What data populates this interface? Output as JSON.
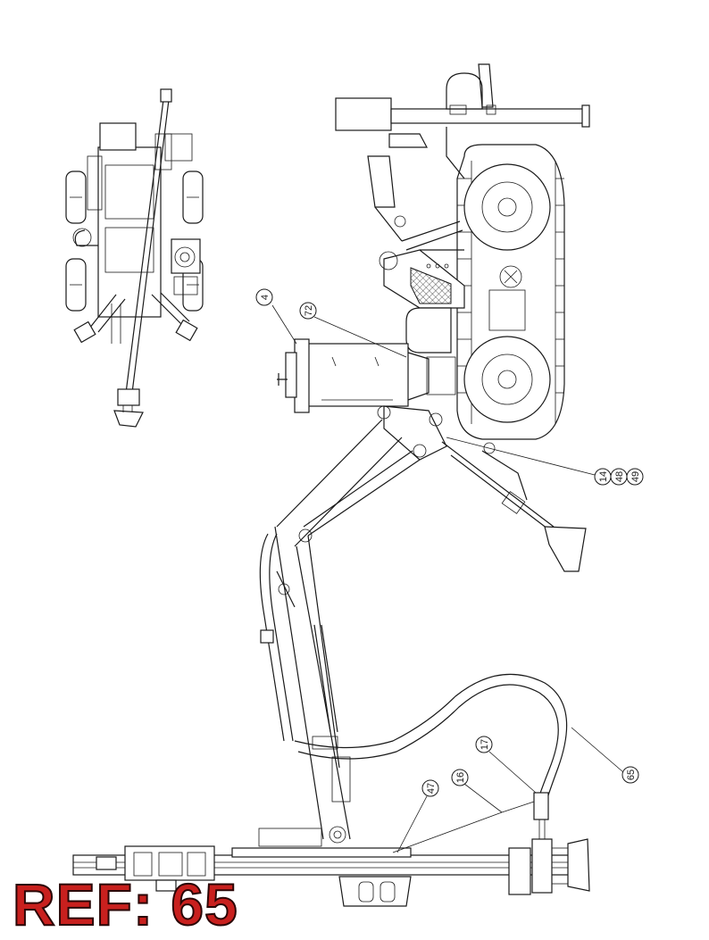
{
  "reference": "REF: 65",
  "callouts": [
    {
      "id": "c-4",
      "label": "4"
    },
    {
      "id": "c-72",
      "label": "72"
    },
    {
      "id": "c-14",
      "label": "14"
    },
    {
      "id": "c-48",
      "label": "48"
    },
    {
      "id": "c-49",
      "label": "49"
    },
    {
      "id": "c-65",
      "label": "65"
    },
    {
      "id": "c-17",
      "label": "17"
    },
    {
      "id": "c-16",
      "label": "16"
    },
    {
      "id": "c-47",
      "label": "47"
    }
  ],
  "colors": {
    "ref_label": "#c8201e",
    "line": "#1a1a1a"
  }
}
